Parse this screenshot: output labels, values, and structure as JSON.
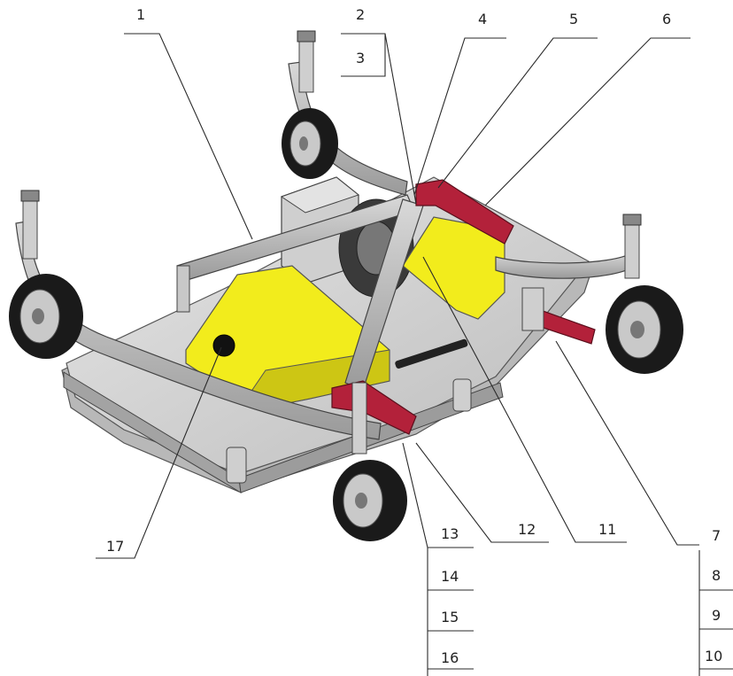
{
  "diagram": {
    "callouts": [
      {
        "id": "c1",
        "label": "1"
      },
      {
        "id": "c2",
        "label": "2"
      },
      {
        "id": "c3",
        "label": "3"
      },
      {
        "id": "c4",
        "label": "4"
      },
      {
        "id": "c5",
        "label": "5"
      },
      {
        "id": "c6",
        "label": "6"
      },
      {
        "id": "c7",
        "label": "7"
      },
      {
        "id": "c8",
        "label": "8"
      },
      {
        "id": "c9",
        "label": "9"
      },
      {
        "id": "c10",
        "label": "10"
      },
      {
        "id": "c11",
        "label": "11"
      },
      {
        "id": "c12",
        "label": "12"
      },
      {
        "id": "c13",
        "label": "13"
      },
      {
        "id": "c14",
        "label": "14"
      },
      {
        "id": "c15",
        "label": "15"
      },
      {
        "id": "c16",
        "label": "16"
      },
      {
        "id": "c17",
        "label": "17"
      }
    ],
    "colors": {
      "deck": "#d6d6d6",
      "deck_edge": "#a8a8a8",
      "frame": "#bdbdbd",
      "cover": "#f2ec1c",
      "bracket": "#b3213a",
      "tire": "#1a1a1a",
      "rim": "#c9c9c9",
      "line": "#2a2a2a"
    }
  }
}
